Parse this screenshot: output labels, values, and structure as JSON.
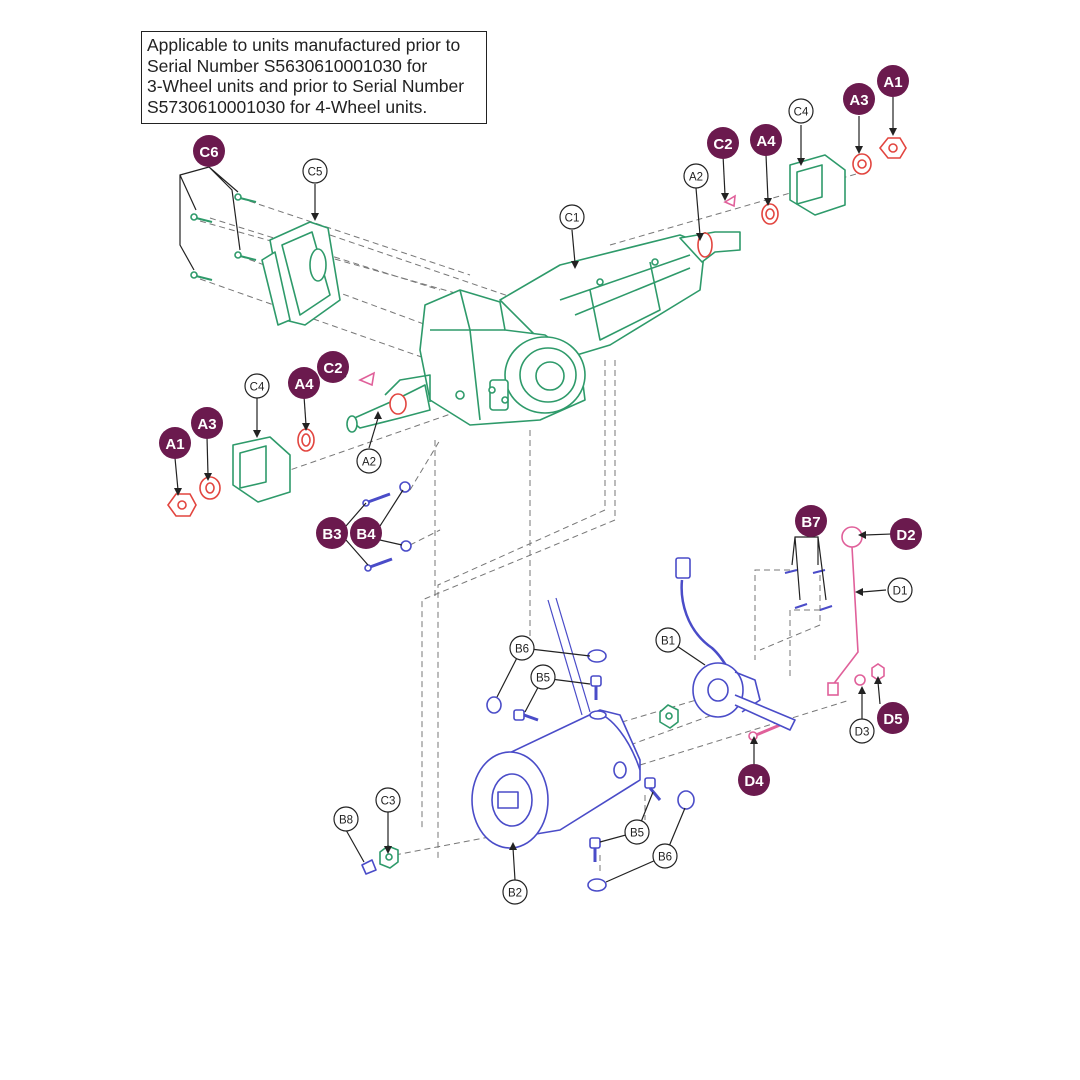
{
  "note": {
    "lines": [
      "Applicable to units manufactured prior to",
      "Serial Number S5630610001030 for",
      "3-Wheel units and prior to Serial Number",
      "S5730610001030 for 4-Wheel units."
    ]
  },
  "colors": {
    "transaxle": "#2e9a6a",
    "motor": "#4a4cc8",
    "hardware_red": "#e2453f",
    "hardware_pink": "#e0609a",
    "callout_fill": "#6b1a4e",
    "leader": "#222222",
    "dashed": "#777777"
  },
  "callouts": {
    "filled": [
      "A1",
      "A3",
      "C2",
      "A4",
      "C6",
      "C2",
      "A4",
      "A1",
      "A3",
      "B3",
      "B4",
      "B7",
      "D2",
      "D5",
      "D4"
    ],
    "outlined": [
      "C4",
      "A2",
      "C5",
      "C1",
      "C4",
      "A2",
      "D1",
      "B1",
      "B6",
      "B5",
      "D3",
      "C3",
      "B8",
      "B5",
      "B6",
      "B2"
    ]
  }
}
